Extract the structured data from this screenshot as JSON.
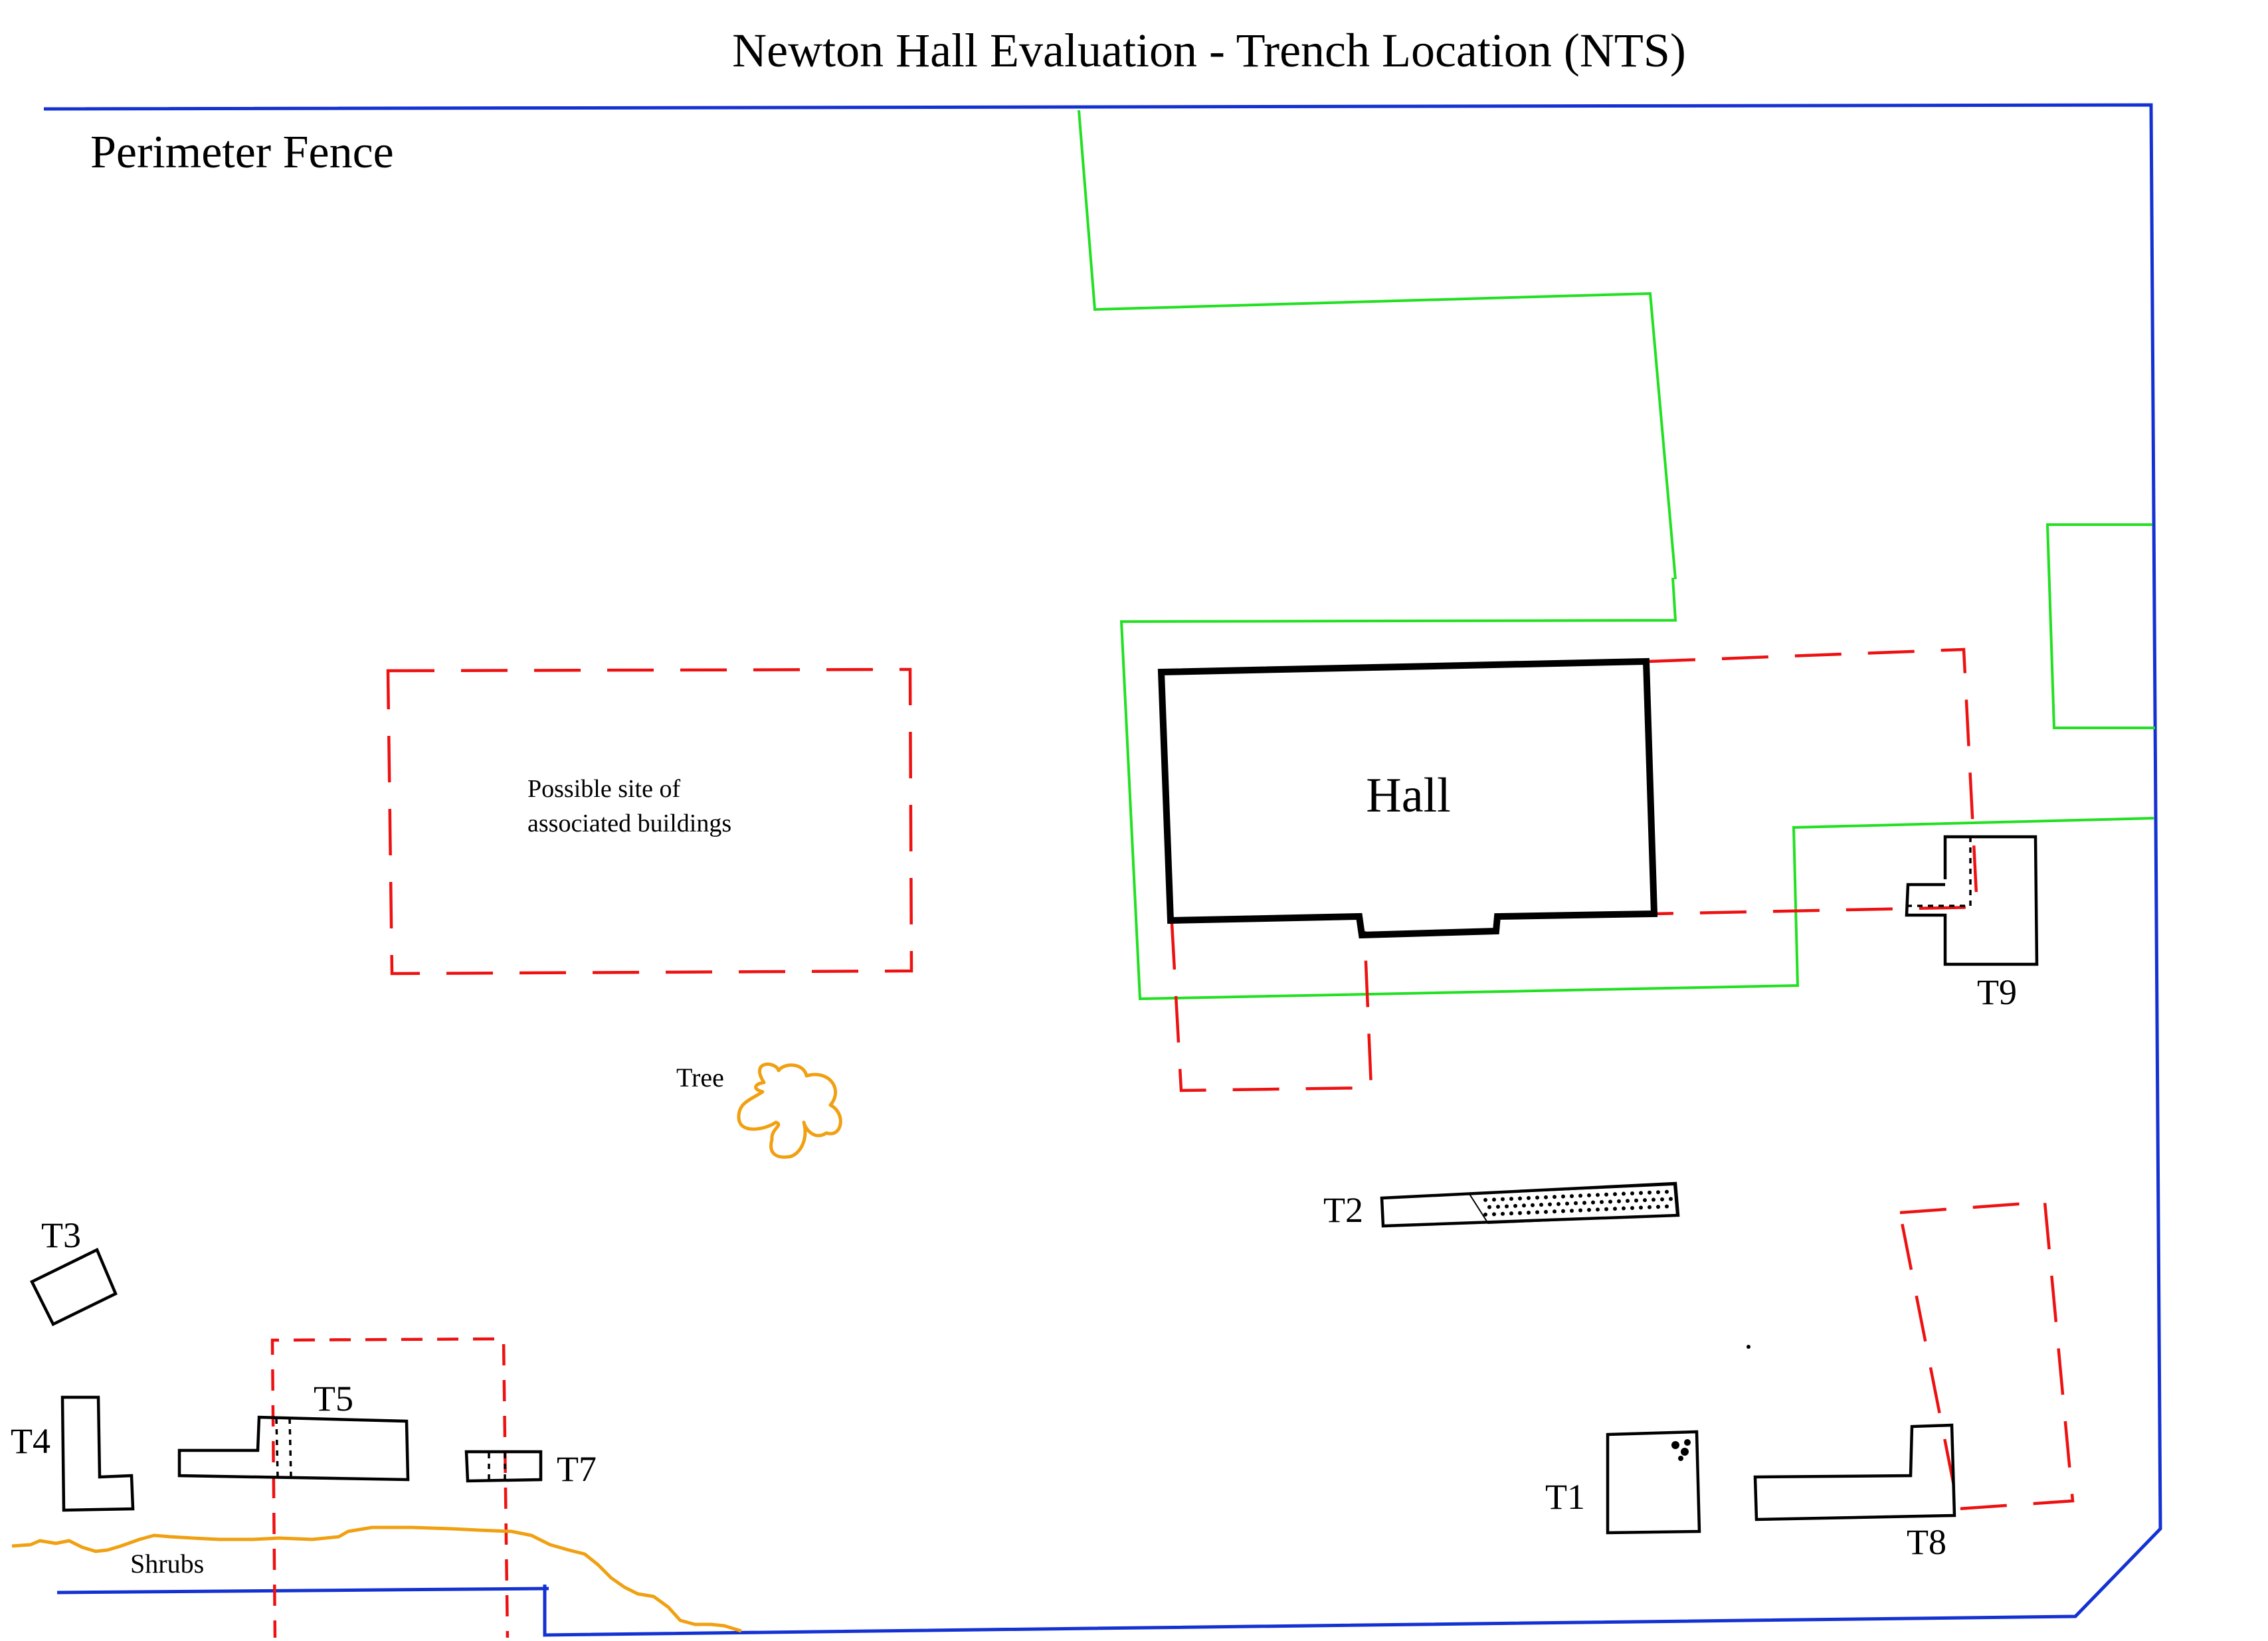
{
  "title": "Newton Hall Evaluation - Trench Location (NTS)",
  "labels": {
    "perimeter_fence": "Perimeter Fence",
    "hall": "Hall",
    "possible_site_line1": "Possible site of",
    "possible_site_line2": "associated buildings",
    "tree": "Tree",
    "shrubs": "Shrubs"
  },
  "trenches": {
    "t1": "T1",
    "t2": "T2",
    "t3": "T3",
    "t4": "T4",
    "t5": "T5",
    "t7": "T7",
    "t8": "T8",
    "t9": "T9"
  },
  "colors": {
    "perimeter_fence": "#1432d2",
    "boundary_green": "#22e022",
    "possible_structure_red": "#ee1111",
    "vegetation_orange": "#f0a010",
    "trench_black": "#000000"
  }
}
